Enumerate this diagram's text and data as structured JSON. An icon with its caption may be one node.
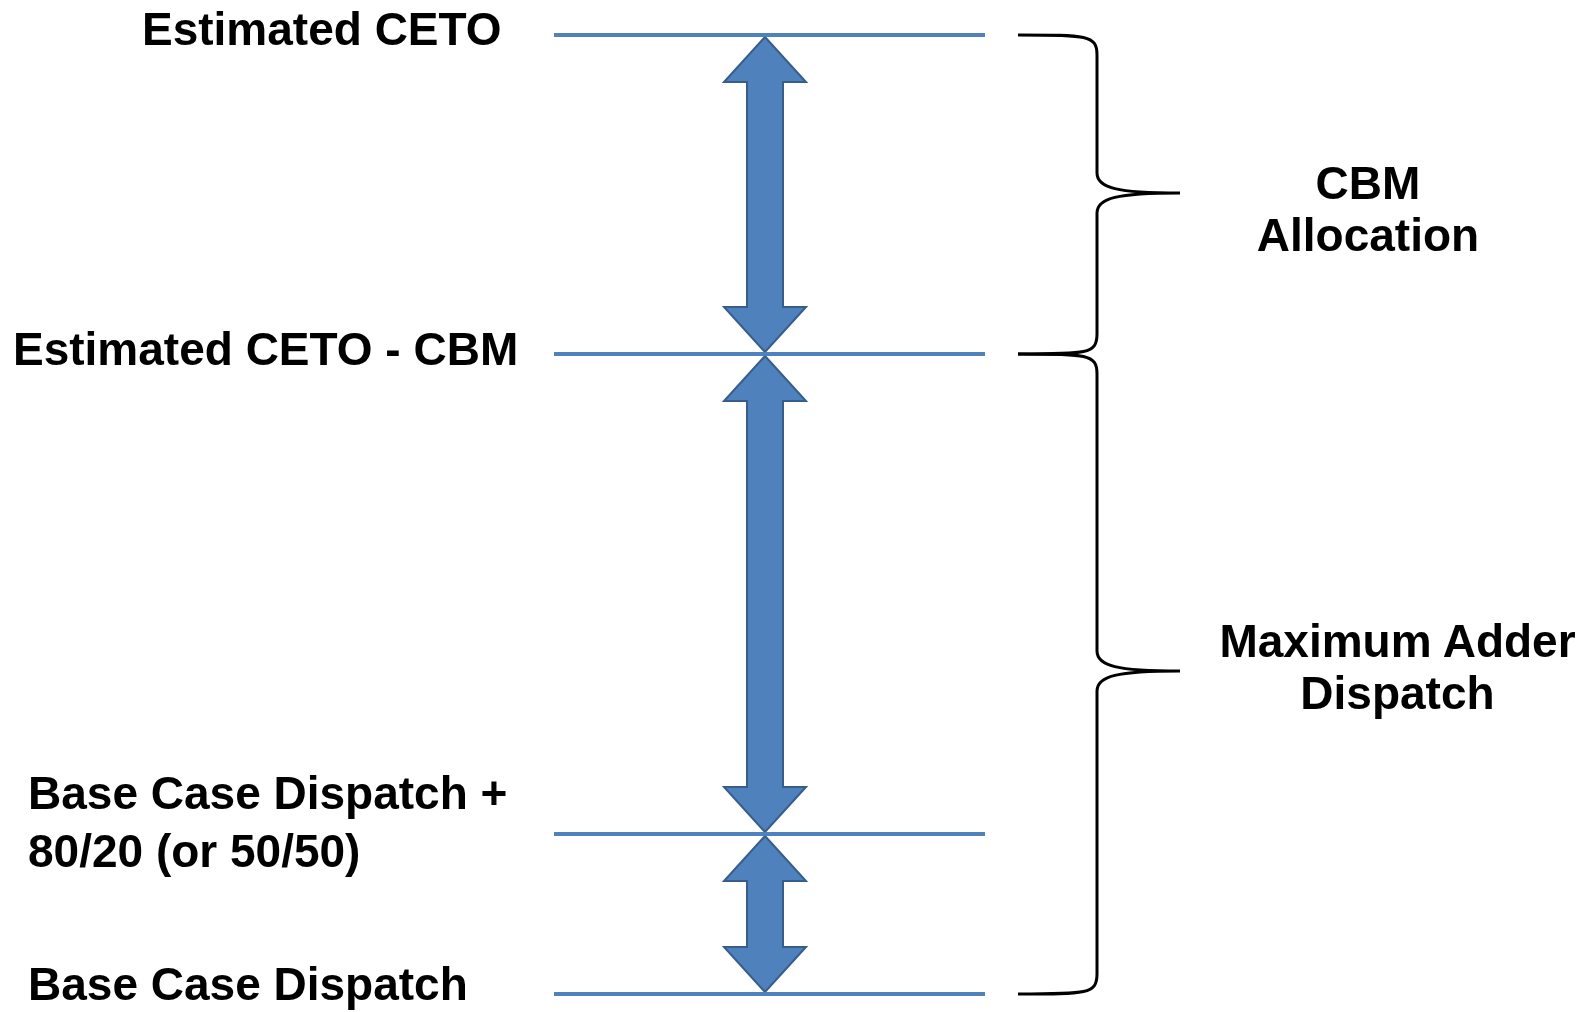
{
  "diagram": {
    "nodes": [
      {
        "text": [],
        "shape": "bar",
        "beside": [
          "Estimated CETO"
        ]
      },
      {
        "text": [],
        "shape": "bar",
        "beside": [
          "Estimated CETO - CBM"
        ]
      },
      {
        "text": [],
        "shape": "bar",
        "beside": [
          "Base Case Dispatch + 80/20 (or 50/50)"
        ]
      },
      {
        "text": [],
        "shape": "bar",
        "beside": [
          "Base Case Dispatch"
        ]
      }
    ],
    "edges": [
      {
        "from": 0,
        "to": 1,
        "arrow": "both"
      },
      {
        "from": 1,
        "to": 2,
        "arrow": "both"
      },
      {
        "from": 2,
        "to": 3,
        "arrow": "both"
      }
    ],
    "labels": [
      "CBM Allocation",
      "Maximum Adder Dispatch"
    ]
  }
}
